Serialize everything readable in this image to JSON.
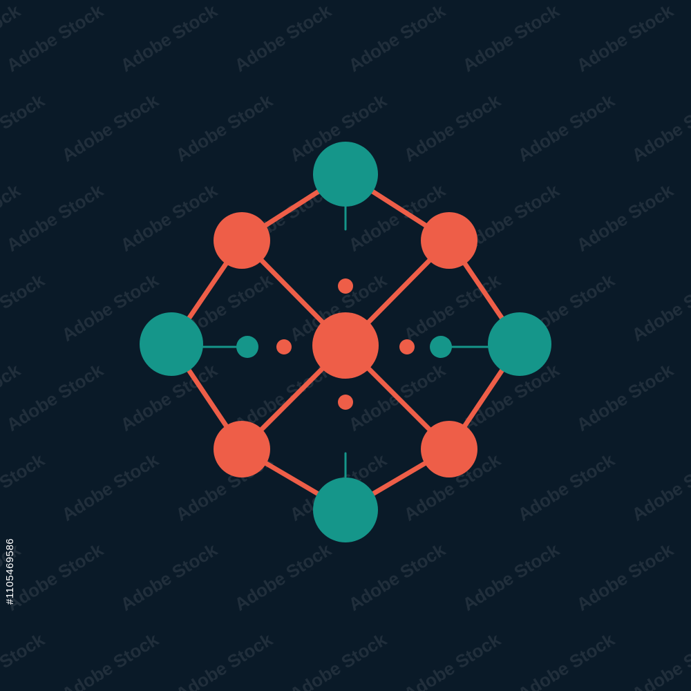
{
  "image": {
    "background_color": "#0a1a28",
    "colors": {
      "coral": "#ee5e48",
      "teal": "#15968a"
    },
    "graphic": {
      "icon_name": "molecule-network-icon",
      "node_colors": [
        "teal",
        "coral"
      ]
    },
    "watermark": {
      "text": "Adobe Stock"
    },
    "stock_id": "#1105469586"
  }
}
